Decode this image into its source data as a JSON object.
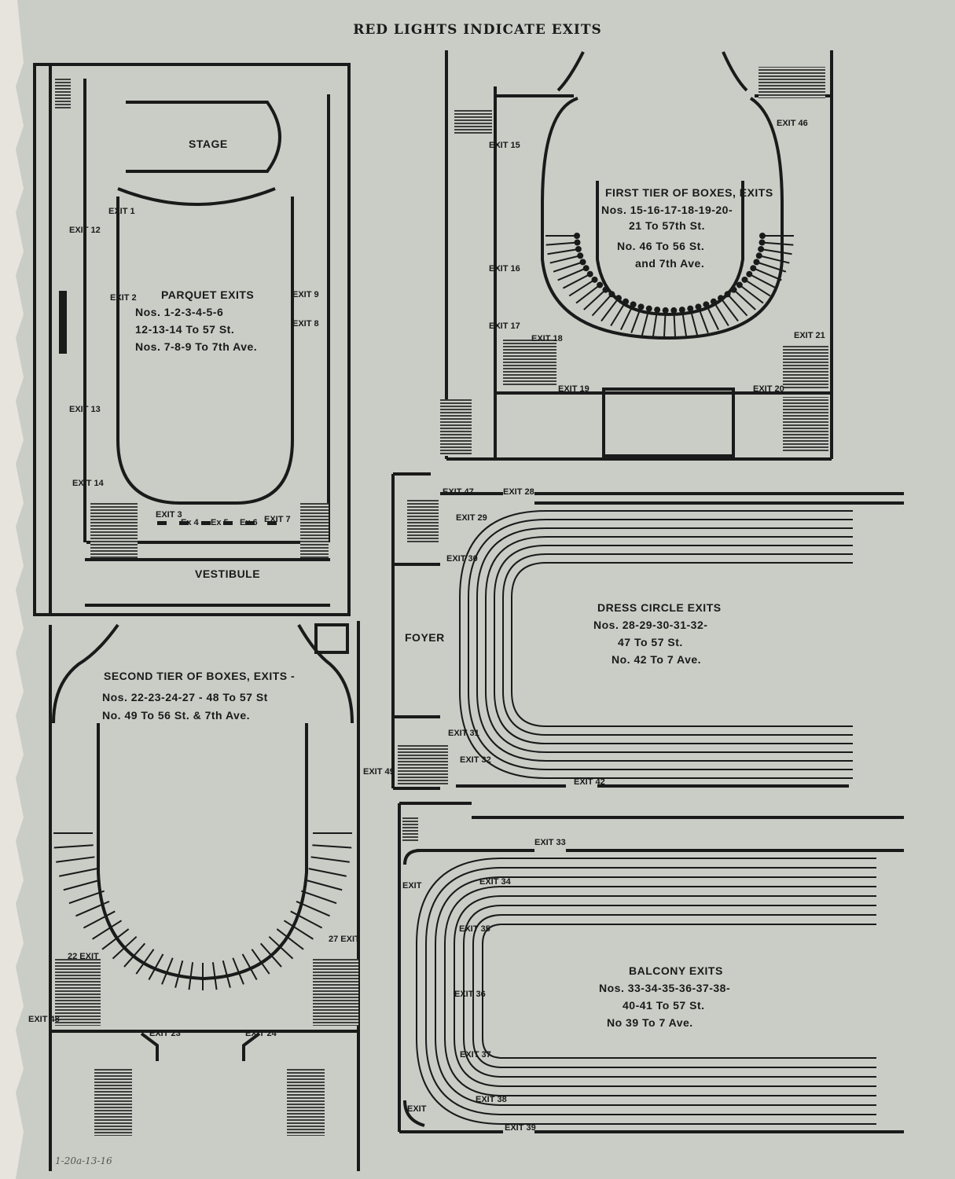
{
  "header": {
    "title": "RED LIGHTS INDICATE EXITS"
  },
  "margin_note": "1-20a-13-16",
  "plans": {
    "parquet": {
      "stage": "STAGE",
      "vestibule": "VESTIBULE",
      "title": "PARQUET EXITS",
      "lines": [
        "Nos. 1-2-3-4-5-6",
        "12-13-14 To 57 St.",
        "Nos. 7-8-9 To 7th Ave."
      ],
      "exits": [
        "EXIT 1",
        "EXIT 2",
        "EXIT 3",
        "Ex 4",
        "Ex 5",
        "Ex 6",
        "EXIT 7",
        "EXIT 8",
        "EXIT 9",
        "EXIT 12",
        "EXIT 13",
        "EXIT 14"
      ]
    },
    "first_tier": {
      "title": "FIRST TIER OF BOXES, EXITS",
      "lines": [
        "Nos. 15-16-17-18-19-20-",
        "21 To 57th St.",
        "No. 46 To 56 St.",
        "and 7th Ave."
      ],
      "exits": [
        "EXIT 15",
        "EXIT 16",
        "EXIT 17",
        "EXIT 18",
        "EXIT 19",
        "EXIT 20",
        "EXIT 21",
        "EXIT 46"
      ]
    },
    "second_tier": {
      "title": "SECOND TIER OF BOXES, EXITS -",
      "lines": [
        "Nos. 22-23-24-27 - 48 To 57 St",
        "No. 49 To 56 St. & 7th Ave."
      ],
      "exits": [
        "22 EXIT",
        "EXIT 23",
        "EXIT 24",
        "27 EXIT",
        "EXIT 48",
        "EXIT 49"
      ]
    },
    "dress_circle": {
      "foyer": "FOYER",
      "title": "DRESS CIRCLE EXITS",
      "lines": [
        "Nos. 28-29-30-31-32-",
        "47 To 57 St.",
        "No. 42 To 7 Ave."
      ],
      "exits": [
        "EXIT 47",
        "EXIT 28",
        "EXIT 29",
        "EXIT 30",
        "EXIT 31",
        "EXIT 32",
        "EXIT 42"
      ]
    },
    "balcony": {
      "title": "BALCONY EXITS",
      "lines": [
        "Nos. 33-34-35-36-37-38-",
        "40-41 To 57 St.",
        "No 39 To 7 Ave."
      ],
      "exits": [
        "EXIT 33",
        "EXIT 34",
        "EXIT 35",
        "EXIT 36",
        "EXIT 37",
        "EXIT 38",
        "EXIT 39",
        "EXIT",
        "EXIT"
      ]
    }
  }
}
